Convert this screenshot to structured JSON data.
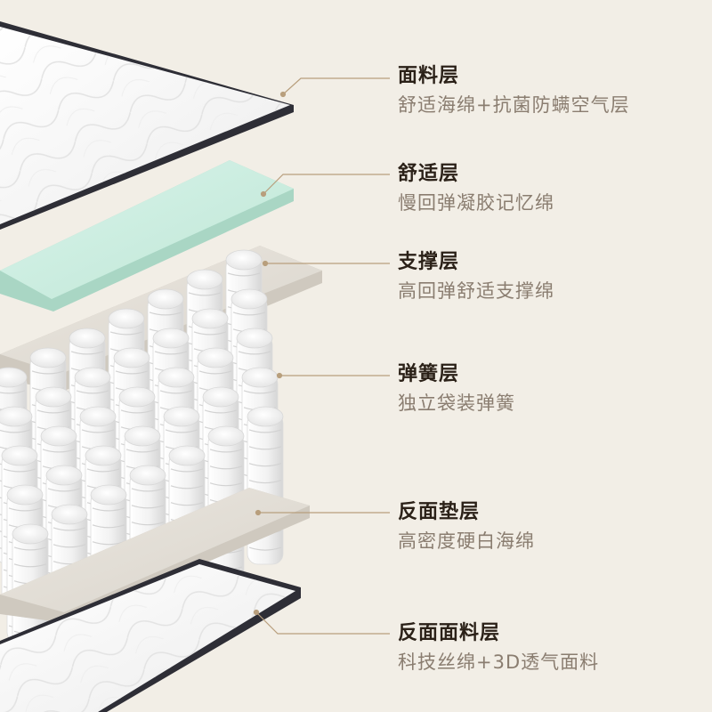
{
  "layers": [
    {
      "title": "面料层",
      "desc": "舒适海绵+抗菌防螨空气层"
    },
    {
      "title": "舒适层",
      "desc": "慢回弹凝胶记忆绵"
    },
    {
      "title": "支撑层",
      "desc": "高回弹舒适支撑绵"
    },
    {
      "title": "弹簧层",
      "desc": "独立袋装弹簧"
    },
    {
      "title": "反面垫层",
      "desc": "高密度硬白海绵"
    },
    {
      "title": "反面面料层",
      "desc": "科技丝绵+3D透气面料"
    }
  ],
  "colors": {
    "background": "#f2eee6",
    "leader": "#b89f7d",
    "fabric": "#fbfbfb",
    "fabric_edge": "#2e2e36",
    "gel": "#cfeee2",
    "support": "#e5e1da",
    "spring": "#ffffff",
    "title_text": "#2b2118",
    "desc_text": "#8a7d70"
  }
}
